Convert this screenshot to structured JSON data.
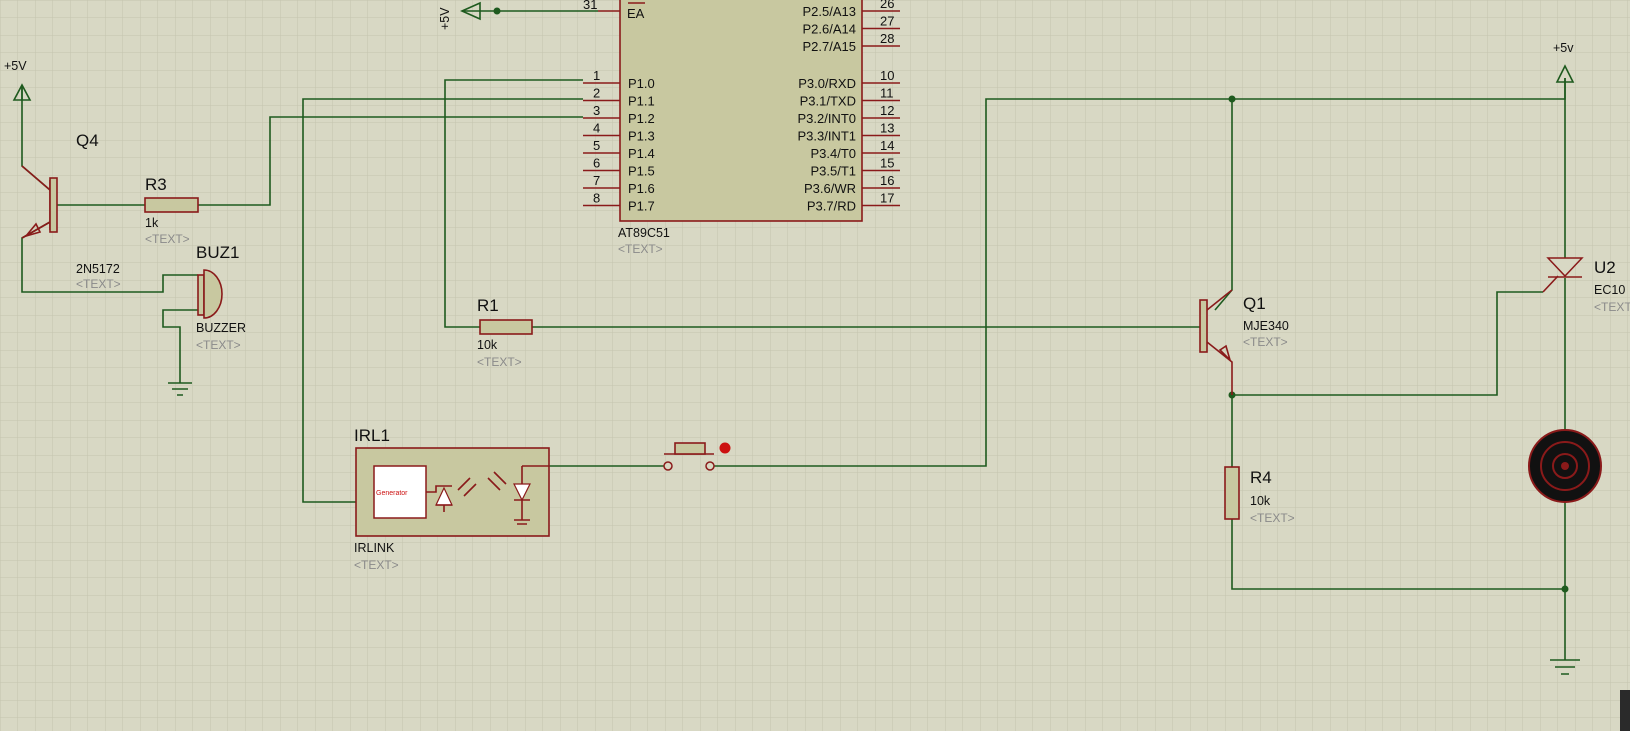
{
  "placeholder_text": "<TEXT>",
  "colors": {
    "background": "#d8d8c4",
    "grid": "#c4c4ae",
    "wire": "#1e5a1e",
    "component": "#8a1a1a",
    "component_fill": "#c8c8a0"
  },
  "power": {
    "vcc_left": "+5V",
    "vcc_top": "+5V",
    "vcc_right": "+5v"
  },
  "mcu": {
    "name": "AT89C51",
    "pin_ea_label": "EA",
    "pin_ea_num": "31",
    "p1_pins": [
      {
        "num": "1",
        "label": "P1.0"
      },
      {
        "num": "2",
        "label": "P1.1"
      },
      {
        "num": "3",
        "label": "P1.2"
      },
      {
        "num": "4",
        "label": "P1.3"
      },
      {
        "num": "5",
        "label": "P1.4"
      },
      {
        "num": "6",
        "label": "P1.5"
      },
      {
        "num": "7",
        "label": "P1.6"
      },
      {
        "num": "8",
        "label": "P1.7"
      }
    ],
    "p2_pins": [
      {
        "num": "26",
        "label": "P2.5/A13"
      },
      {
        "num": "27",
        "label": "P2.6/A14"
      },
      {
        "num": "28",
        "label": "P2.7/A15"
      }
    ],
    "p3_pins": [
      {
        "num": "10",
        "label": "P3.0/RXD"
      },
      {
        "num": "11",
        "label": "P3.1/TXD"
      },
      {
        "num": "12",
        "label": "P3.2/INT0"
      },
      {
        "num": "13",
        "label": "P3.3/INT1"
      },
      {
        "num": "14",
        "label": "P3.4/T0"
      },
      {
        "num": "15",
        "label": "P3.5/T1"
      },
      {
        "num": "16",
        "label": "P3.6/WR"
      },
      {
        "num": "17",
        "label": "P3.7/RD"
      }
    ]
  },
  "components": {
    "q4": {
      "ref": "Q4",
      "value": "2N5172"
    },
    "r3": {
      "ref": "R3",
      "value": "1k"
    },
    "buz1": {
      "ref": "BUZ1",
      "value": "BUZZER"
    },
    "r1": {
      "ref": "R1",
      "value": "10k"
    },
    "irl1": {
      "ref": "IRL1",
      "value": "IRLINK",
      "inner_label": "Generator"
    },
    "q1": {
      "ref": "Q1",
      "value": "MJE340"
    },
    "r4": {
      "ref": "R4",
      "value": "10k"
    },
    "u2": {
      "ref": "U2",
      "value": "EC10"
    }
  }
}
